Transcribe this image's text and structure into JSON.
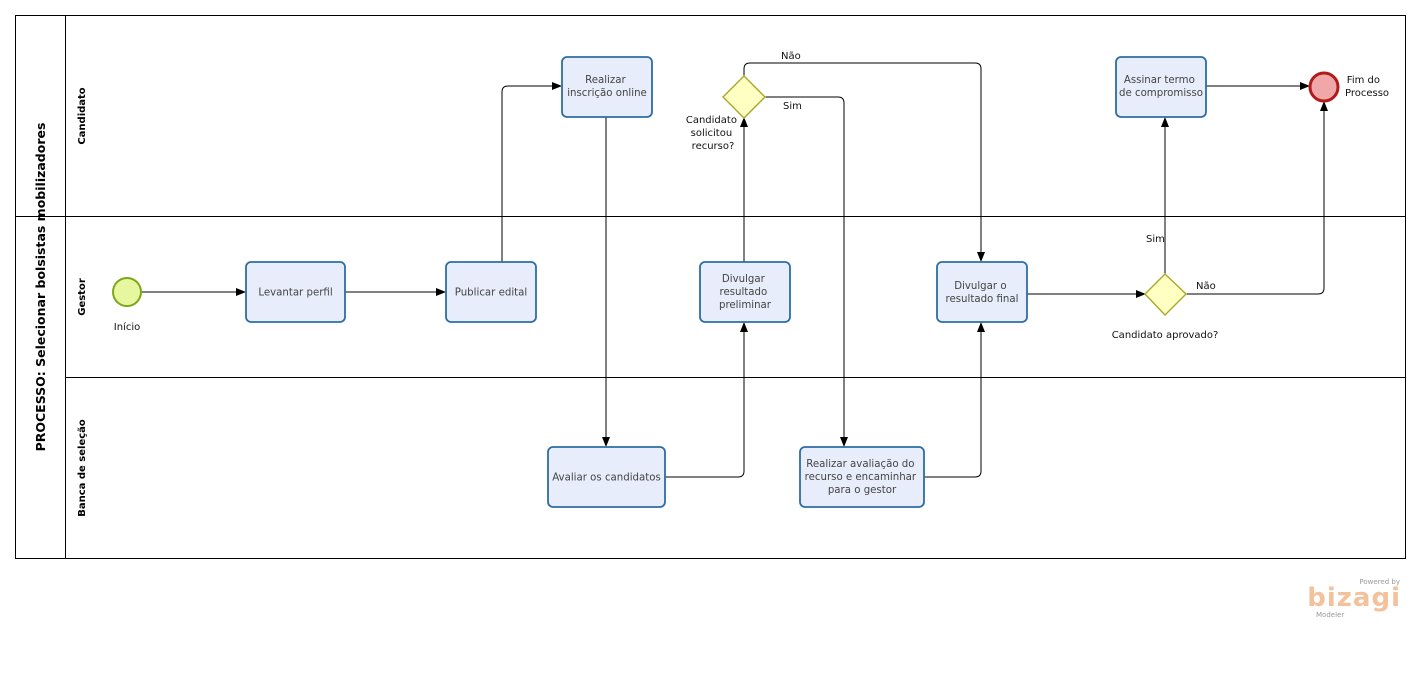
{
  "pool": {
    "title": "PROCESSO: Selecionar bolsistas mobilizadores"
  },
  "lanes": {
    "candidato": "Candidato",
    "gestor": "Gestor",
    "banca": "Banca de seleção"
  },
  "tasks": {
    "levantar": [
      "Levantar perfil"
    ],
    "publicar": [
      "Publicar edital"
    ],
    "inscricao": [
      "Realizar",
      "inscrição online"
    ],
    "avaliar": [
      "Avaliar os candidatos"
    ],
    "divulgar_preliminar": [
      "Divulgar",
      "resultado",
      "preliminar"
    ],
    "avaliacao_recurso": [
      "Realizar avaliação do",
      "recurso e encaminhar",
      "para o gestor"
    ],
    "divulgar_final": [
      "Divulgar o",
      "resultado final"
    ],
    "assinar": [
      "Assinar termo",
      "de compromisso"
    ]
  },
  "events": {
    "start": "Início",
    "end": [
      "Fim do",
      "Processo"
    ]
  },
  "gateways": {
    "recurso": [
      "Candidato",
      "solicitou",
      "recurso?"
    ],
    "aprovado": "Candidato aprovado?"
  },
  "flow_labels": {
    "recurso_nao": "Não",
    "recurso_sim": "Sim",
    "aprovado_sim": "Sim",
    "aprovado_nao": "Não"
  },
  "brand": {
    "powered": "Powered by",
    "name": "bizagi",
    "product": "Modeler"
  },
  "colors": {
    "task_fill": "#e8edfb",
    "task_stroke": "#2e6da3",
    "start_fill": "#e6f7a0",
    "start_stroke": "#7aa81a",
    "end_fill": "#f0a7a7",
    "end_stroke": "#b01c1c",
    "gateway_fill": "#ffffc2",
    "gateway_stroke": "#a8a82a",
    "brand": "#f3c19c"
  }
}
